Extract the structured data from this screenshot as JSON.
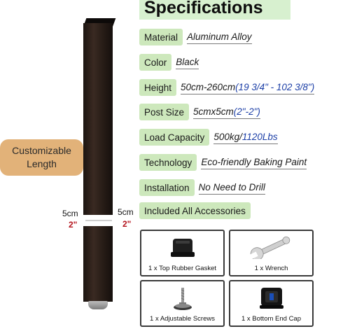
{
  "header": {
    "title": "Specifications"
  },
  "specs": [
    {
      "label": "Material",
      "value": "Aluminum Alloy",
      "value_blue": ""
    },
    {
      "label": "Color",
      "value": "Black",
      "value_blue": ""
    },
    {
      "label": "Height",
      "value": "50cm-260cm",
      "value_blue": "(19 3/4\" - 102 3/8\")"
    },
    {
      "label": "Post Size",
      "value": "5cmx5cm",
      "value_blue": "(2\"-2\")"
    },
    {
      "label": "Load Capacity",
      "value": "500kg/",
      "value_blue": "1120Lbs"
    },
    {
      "label": "Technology",
      "value": "Eco-friendly Baking Paint",
      "value_blue": ""
    },
    {
      "label": "Installation",
      "value": "No Need to Drill",
      "value_blue": ""
    },
    {
      "label": "Included All Accessories",
      "value": "",
      "value_blue": ""
    }
  ],
  "badge": {
    "text": "Customizable Length"
  },
  "dimensions": {
    "left_cm": "5cm",
    "left_in": "2\"",
    "right_cm": "5cm",
    "right_in": "2\""
  },
  "accessories": [
    {
      "caption": "1 x Top Rubber Gasket",
      "icon": "rubber-gasket-icon"
    },
    {
      "caption": "1 x Wrench",
      "icon": "wrench-icon"
    },
    {
      "caption": "1 x Adjustable Screws",
      "icon": "adjustable-screw-icon"
    },
    {
      "caption": "1 x Bottom End Cap",
      "icon": "end-cap-icon"
    }
  ],
  "colors": {
    "label_bg": "#cde8bc",
    "title_bg": "#d7f0cf",
    "badge_bg": "#e2b279",
    "accent_blue": "#1b3ea6",
    "accent_red": "#b3121b"
  }
}
